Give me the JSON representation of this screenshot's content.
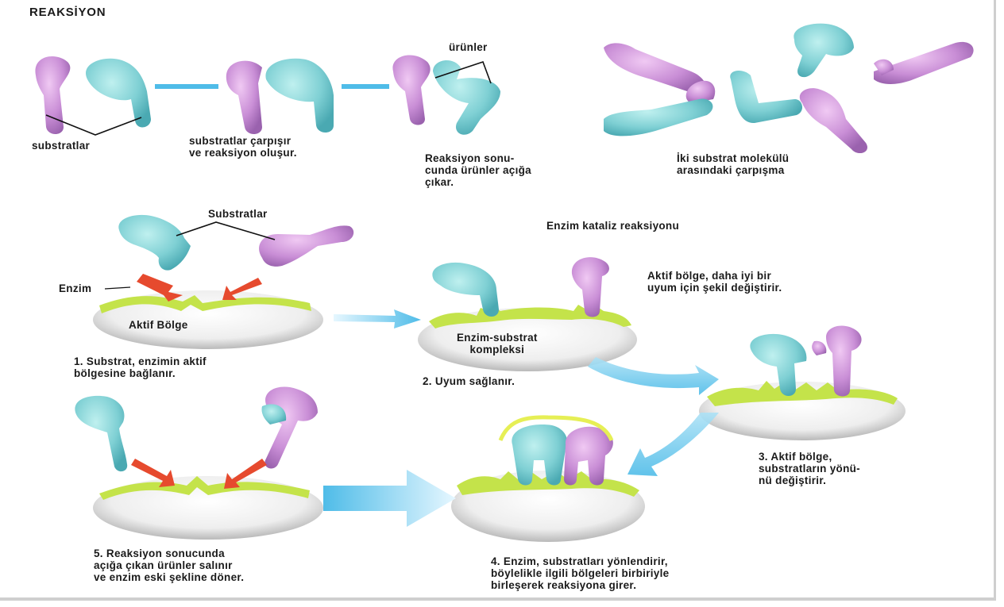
{
  "title": "REAKSİYON",
  "top_row": {
    "substrates_label": "substratlar",
    "collision_label": [
      "substratlar çarpışır",
      "ve reaksiyon oluşur."
    ],
    "products_label": "ürünler",
    "release_label": [
      "Reaksiyon sonu-",
      "cunda ürünler açığa",
      "çıkar."
    ],
    "molecule_collision_label": [
      "İki substrat molekülü",
      "arasındaki çarpışma"
    ]
  },
  "enzyme_section": {
    "heading": "Enzim kataliz reaksiyonu",
    "substrates_label": "Substratlar",
    "enzyme_label": "Enzim",
    "active_site_label": "Aktif Bölge",
    "complex_label": [
      "Enzim-substrat",
      "kompleksi"
    ],
    "fit_note": [
      "Aktif bölge, daha iyi bir",
      "uyum için şekil değiştirir."
    ],
    "steps": [
      [
        "1. Substrat, enzimin aktif",
        "bölgesine bağlanır."
      ],
      [
        "2. Uyum sağlanır."
      ],
      [
        "3. Aktif bölge,",
        "substratların yönü-",
        "nü değiştirir."
      ],
      [
        "4. Enzim, substratları yönlendirir,",
        "böylelikle ilgili bölgeleri birbiriyle",
        "birleşerek reaksiyona girer."
      ],
      [
        "5. Reaksiyon sonucunda",
        "açığa çıkan ürünler salınır",
        "ve enzim eski şekline döner."
      ]
    ]
  },
  "colors": {
    "substrate_cyan": "#7fd0d4",
    "substrate_pink": "#c98ed6",
    "enzyme_body": "#ececec",
    "active_site": "#c4e34a",
    "arrow_blue": "#5fc2ea",
    "arrow_red": "#e64a2e"
  }
}
